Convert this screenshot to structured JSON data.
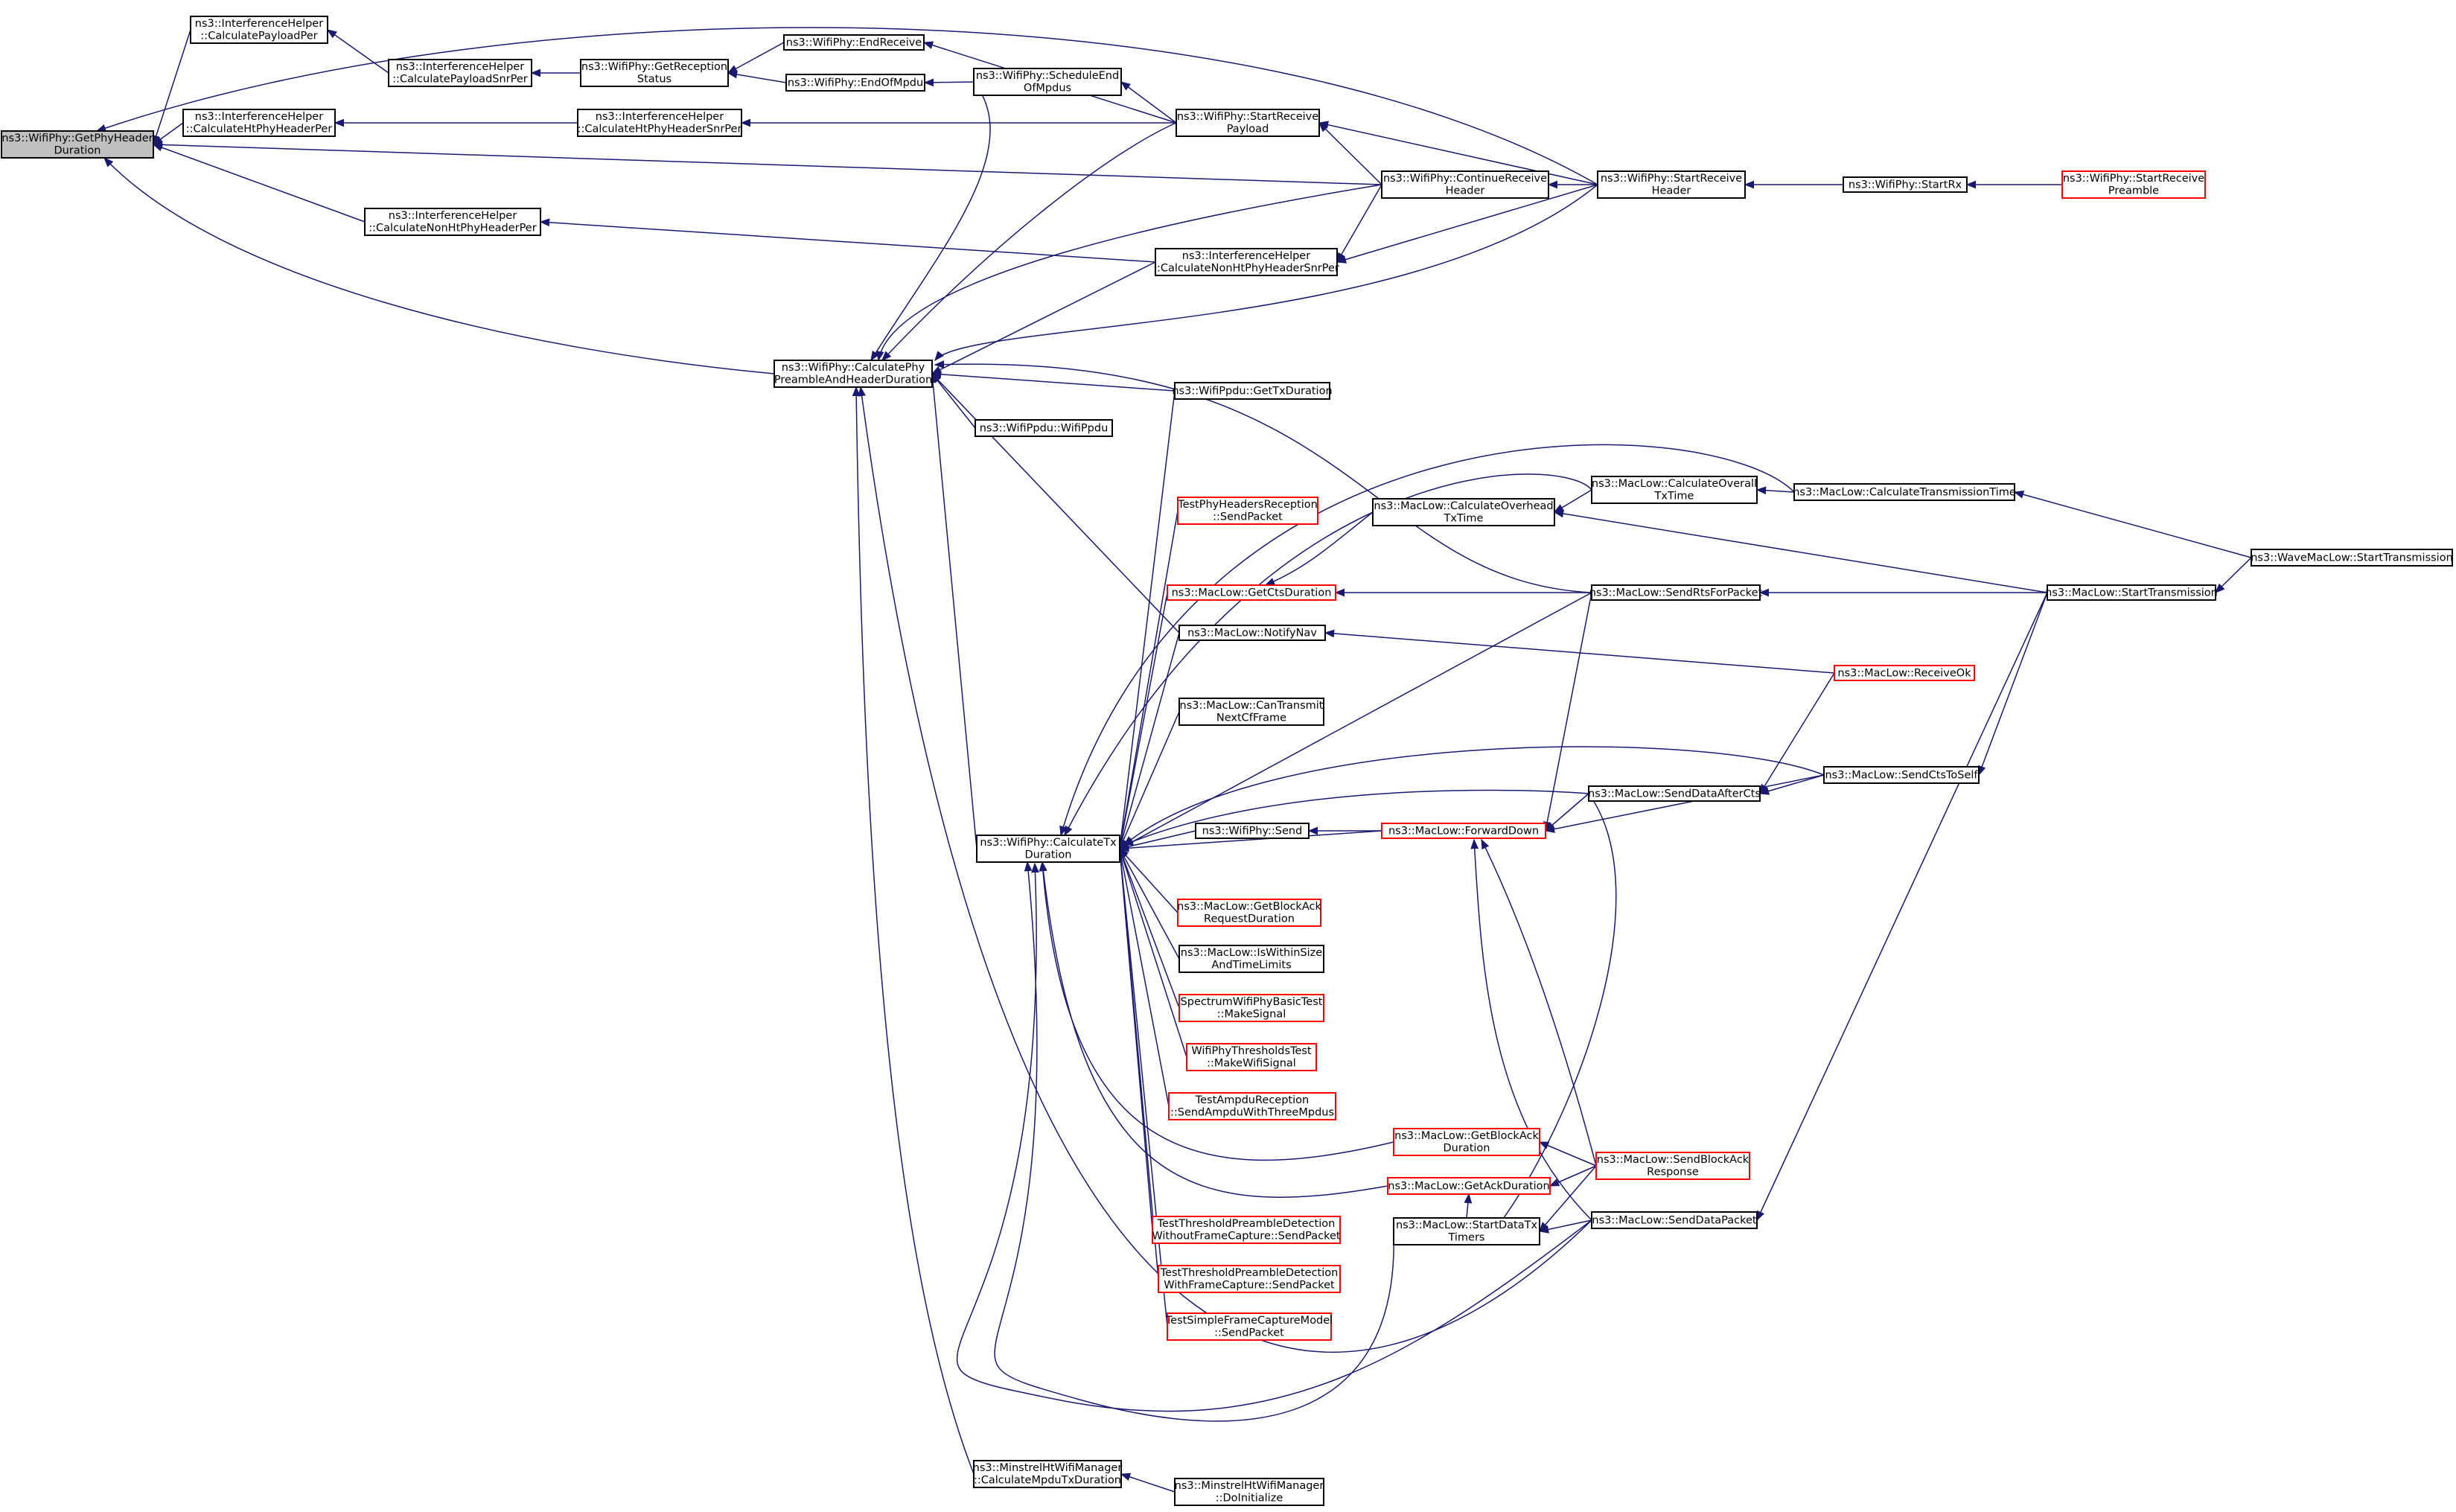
{
  "colors": {
    "edge": "#191970",
    "node_border_normal": "#000000",
    "node_border_incomplete": "#ff0000",
    "node_fill_focus": "#bfbfbf",
    "node_fill": "#ffffff"
  },
  "nodes": [
    {
      "id": "n0",
      "lines": [
        "ns3::WifiPhy::GetPhyHeader",
        "Duration"
      ],
      "kind": "focus"
    },
    {
      "id": "n1",
      "lines": [
        "ns3::InterferenceHelper",
        "::CalculatePayloadPer"
      ],
      "kind": "normal"
    },
    {
      "id": "n2",
      "lines": [
        "ns3::InterferenceHelper",
        "::CalculateHtPhyHeaderPer"
      ],
      "kind": "normal"
    },
    {
      "id": "n3",
      "lines": [
        "ns3::InterferenceHelper",
        "::CalculateNonHtPhyHeaderPer"
      ],
      "kind": "normal"
    },
    {
      "id": "n4",
      "lines": [
        "ns3::WifiPhy::CalculatePhy",
        "PreambleAndHeaderDuration"
      ],
      "kind": "normal"
    },
    {
      "id": "n5",
      "lines": [
        "ns3::InterferenceHelper",
        "::CalculatePayloadSnrPer"
      ],
      "kind": "normal"
    },
    {
      "id": "n6",
      "lines": [
        "ns3::InterferenceHelper",
        "::CalculateHtPhyHeaderSnrPer"
      ],
      "kind": "normal"
    },
    {
      "id": "n7",
      "lines": [
        "ns3::WifiPhy::GetReception",
        "Status"
      ],
      "kind": "normal"
    },
    {
      "id": "n8",
      "lines": [
        "ns3::WifiPhy::EndReceive"
      ],
      "kind": "normal"
    },
    {
      "id": "n9",
      "lines": [
        "ns3::WifiPhy::EndOfMpdu"
      ],
      "kind": "normal"
    },
    {
      "id": "n10",
      "lines": [
        "ns3::WifiPhy::ScheduleEnd",
        "OfMpdus"
      ],
      "kind": "normal"
    },
    {
      "id": "n11",
      "lines": [
        "ns3::WifiPhy::StartReceive",
        "Payload"
      ],
      "kind": "normal"
    },
    {
      "id": "n12",
      "lines": [
        "ns3::WifiPhy::ContinueReceive",
        "Header"
      ],
      "kind": "normal"
    },
    {
      "id": "n13",
      "lines": [
        "ns3::InterferenceHelper",
        "::CalculateNonHtPhyHeaderSnrPer"
      ],
      "kind": "normal"
    },
    {
      "id": "n14",
      "lines": [
        "ns3::WifiPhy::StartReceive",
        "Header"
      ],
      "kind": "normal"
    },
    {
      "id": "n15",
      "lines": [
        "ns3::WifiPhy::StartRx"
      ],
      "kind": "normal"
    },
    {
      "id": "n16",
      "lines": [
        "ns3::WifiPhy::StartReceive",
        "Preamble"
      ],
      "kind": "incomplete"
    },
    {
      "id": "n17",
      "lines": [
        "ns3::WifiPpdu::GetTxDuration"
      ],
      "kind": "normal"
    },
    {
      "id": "n18",
      "lines": [
        "ns3::WifiPpdu::WifiPpdu"
      ],
      "kind": "normal"
    },
    {
      "id": "n19",
      "lines": [
        "ns3::WifiPhy::CalculateTx",
        "Duration"
      ],
      "kind": "normal"
    },
    {
      "id": "n20",
      "lines": [
        "ns3::MinstrelHtWifiManager",
        "::CalculateMpduTxDuration"
      ],
      "kind": "normal"
    },
    {
      "id": "n21",
      "lines": [
        "ns3::MinstrelHtWifiManager",
        "::DoInitialize"
      ],
      "kind": "normal"
    },
    {
      "id": "n22",
      "lines": [
        "TestPhyHeadersReception",
        "::SendPacket"
      ],
      "kind": "incomplete"
    },
    {
      "id": "n23",
      "lines": [
        "ns3::MacLow::GetCtsDuration"
      ],
      "kind": "incomplete"
    },
    {
      "id": "n24",
      "lines": [
        "ns3::MacLow::NotifyNav"
      ],
      "kind": "normal"
    },
    {
      "id": "n25",
      "lines": [
        "ns3::MacLow::CanTransmit",
        "NextCfFrame"
      ],
      "kind": "normal"
    },
    {
      "id": "n26",
      "lines": [
        "ns3::WifiPhy::Send"
      ],
      "kind": "normal"
    },
    {
      "id": "n27",
      "lines": [
        "ns3::MacLow::GetBlockAck",
        "RequestDuration"
      ],
      "kind": "incomplete"
    },
    {
      "id": "n28",
      "lines": [
        "ns3::MacLow::IsWithinSize",
        "AndTimeLimits"
      ],
      "kind": "normal"
    },
    {
      "id": "n29",
      "lines": [
        "SpectrumWifiPhyBasicTest",
        "::MakeSignal"
      ],
      "kind": "incomplete"
    },
    {
      "id": "n30",
      "lines": [
        "WifiPhyThresholdsTest",
        "::MakeWifiSignal"
      ],
      "kind": "incomplete"
    },
    {
      "id": "n31",
      "lines": [
        "TestAmpduReception",
        "::SendAmpduWithThreeMpdus"
      ],
      "kind": "incomplete"
    },
    {
      "id": "n32",
      "lines": [
        "TestThresholdPreambleDetection",
        "WithoutFrameCapture::SendPacket"
      ],
      "kind": "incomplete"
    },
    {
      "id": "n33",
      "lines": [
        "TestThresholdPreambleDetection",
        "WithFrameCapture::SendPacket"
      ],
      "kind": "incomplete"
    },
    {
      "id": "n34",
      "lines": [
        "TestSimpleFrameCaptureModel",
        "::SendPacket"
      ],
      "kind": "incomplete"
    },
    {
      "id": "n35",
      "lines": [
        "ns3::MacLow::CalculateOverhead",
        "TxTime"
      ],
      "kind": "normal"
    },
    {
      "id": "n36",
      "lines": [
        "ns3::MacLow::ForwardDown"
      ],
      "kind": "incomplete"
    },
    {
      "id": "n37",
      "lines": [
        "ns3::MacLow::GetBlockAck",
        "Duration"
      ],
      "kind": "incomplete"
    },
    {
      "id": "n38",
      "lines": [
        "ns3::MacLow::GetAckDuration"
      ],
      "kind": "incomplete"
    },
    {
      "id": "n39",
      "lines": [
        "ns3::MacLow::StartDataTx",
        "Timers"
      ],
      "kind": "normal"
    },
    {
      "id": "n40",
      "lines": [
        "ns3::MacLow::CalculateOverall",
        "TxTime"
      ],
      "kind": "normal"
    },
    {
      "id": "n41",
      "lines": [
        "ns3::MacLow::SendRtsForPacket"
      ],
      "kind": "normal"
    },
    {
      "id": "n42",
      "lines": [
        "ns3::MacLow::SendDataAfterCts"
      ],
      "kind": "normal"
    },
    {
      "id": "n43",
      "lines": [
        "ns3::MacLow::SendBlockAck",
        "Response"
      ],
      "kind": "incomplete"
    },
    {
      "id": "n44",
      "lines": [
        "ns3::MacLow::SendDataPacket"
      ],
      "kind": "normal"
    },
    {
      "id": "n45",
      "lines": [
        "ns3::MacLow::CalculateTransmissionTime"
      ],
      "kind": "normal"
    },
    {
      "id": "n46",
      "lines": [
        "ns3::MacLow::ReceiveOk"
      ],
      "kind": "incomplete"
    },
    {
      "id": "n47",
      "lines": [
        "ns3::MacLow::SendCtsToSelf"
      ],
      "kind": "normal"
    },
    {
      "id": "n48",
      "lines": [
        "ns3::MacLow::StartTransmission"
      ],
      "kind": "normal"
    },
    {
      "id": "n49",
      "lines": [
        "ns3::WaveMacLow::StartTransmission"
      ],
      "kind": "normal"
    }
  ],
  "edges": [
    [
      "n1",
      "n0"
    ],
    [
      "n2",
      "n0"
    ],
    [
      "n3",
      "n0"
    ],
    [
      "n4",
      "n0"
    ],
    [
      "n12",
      "n0"
    ],
    [
      "n14",
      "n0"
    ],
    [
      "n5",
      "n1"
    ],
    [
      "n6",
      "n2"
    ],
    [
      "n13",
      "n3"
    ],
    [
      "n7",
      "n5"
    ],
    [
      "n8",
      "n7"
    ],
    [
      "n9",
      "n7"
    ],
    [
      "n11",
      "n6"
    ],
    [
      "n11",
      "n8"
    ],
    [
      "n10",
      "n9"
    ],
    [
      "n11",
      "n10"
    ],
    [
      "n12",
      "n11"
    ],
    [
      "n14",
      "n11"
    ],
    [
      "n12",
      "n13"
    ],
    [
      "n14",
      "n13"
    ],
    [
      "n14",
      "n12"
    ],
    [
      "n15",
      "n14"
    ],
    [
      "n16",
      "n15"
    ],
    [
      "n10",
      "n4"
    ],
    [
      "n11",
      "n4"
    ],
    [
      "n12",
      "n4"
    ],
    [
      "n13",
      "n4"
    ],
    [
      "n14",
      "n4"
    ],
    [
      "n17",
      "n4"
    ],
    [
      "n18",
      "n4"
    ],
    [
      "n19",
      "n4"
    ],
    [
      "n20",
      "n4"
    ],
    [
      "n24",
      "n4"
    ],
    [
      "n41",
      "n4"
    ],
    [
      "n44",
      "n4"
    ],
    [
      "n21",
      "n20"
    ],
    [
      "n17",
      "n19"
    ],
    [
      "n22",
      "n19"
    ],
    [
      "n23",
      "n19"
    ],
    [
      "n24",
      "n19"
    ],
    [
      "n25",
      "n19"
    ],
    [
      "n26",
      "n19"
    ],
    [
      "n27",
      "n19"
    ],
    [
      "n28",
      "n19"
    ],
    [
      "n29",
      "n19"
    ],
    [
      "n30",
      "n19"
    ],
    [
      "n31",
      "n19"
    ],
    [
      "n32",
      "n19"
    ],
    [
      "n33",
      "n19"
    ],
    [
      "n34",
      "n19"
    ],
    [
      "n36",
      "n19"
    ],
    [
      "n37",
      "n19"
    ],
    [
      "n38",
      "n19"
    ],
    [
      "n39",
      "n19"
    ],
    [
      "n40",
      "n19"
    ],
    [
      "n41",
      "n19"
    ],
    [
      "n42",
      "n19"
    ],
    [
      "n44",
      "n19"
    ],
    [
      "n45",
      "n19"
    ],
    [
      "n47",
      "n19"
    ],
    [
      "n36",
      "n26"
    ],
    [
      "n40",
      "n35"
    ],
    [
      "n48",
      "n35"
    ],
    [
      "n35",
      "n23"
    ],
    [
      "n41",
      "n23"
    ],
    [
      "n45",
      "n40"
    ],
    [
      "n49",
      "n45"
    ],
    [
      "n48",
      "n41"
    ],
    [
      "n46",
      "n24"
    ],
    [
      "n42",
      "n36"
    ],
    [
      "n47",
      "n36"
    ],
    [
      "n41",
      "n36"
    ],
    [
      "n43",
      "n36"
    ],
    [
      "n44",
      "n36"
    ],
    [
      "n43",
      "n37"
    ],
    [
      "n43",
      "n38"
    ],
    [
      "n39",
      "n38"
    ],
    [
      "n44",
      "n39"
    ],
    [
      "n42",
      "n39"
    ],
    [
      "n43",
      "n39"
    ],
    [
      "n46",
      "n42"
    ],
    [
      "n47",
      "n42"
    ],
    [
      "n48",
      "n47"
    ],
    [
      "n49",
      "n48"
    ],
    [
      "n48",
      "n44"
    ]
  ]
}
